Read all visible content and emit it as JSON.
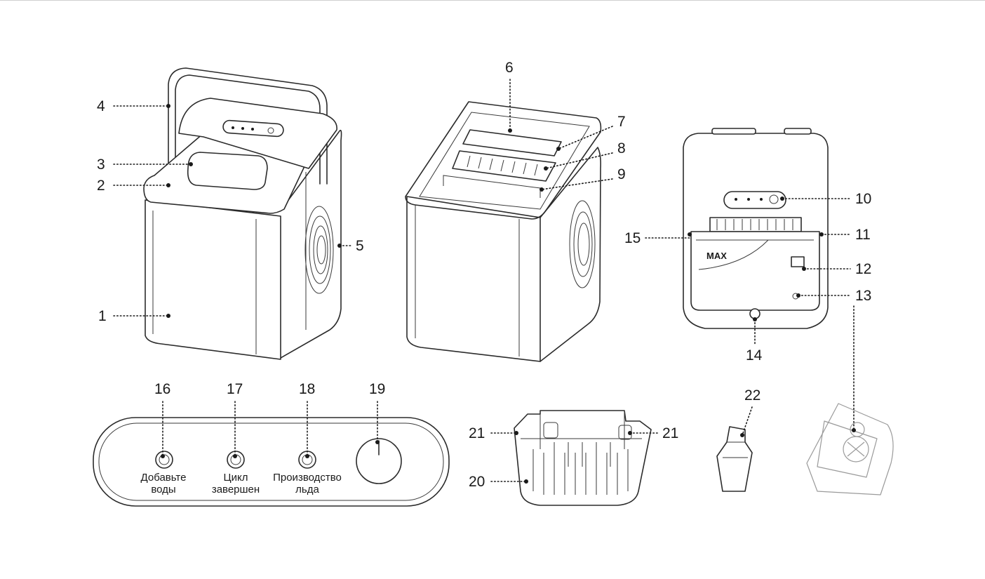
{
  "callouts": [
    "1",
    "2",
    "3",
    "4",
    "5",
    "6",
    "7",
    "8",
    "9",
    "10",
    "11",
    "12",
    "13",
    "14",
    "15",
    "16",
    "17",
    "18",
    "19",
    "20",
    "21",
    "22"
  ],
  "max_label": "MAX",
  "control_panel": {
    "add_water_line1": "Добавьте",
    "add_water_line2": "воды",
    "cycle_done_line1": "Цикл",
    "cycle_done_line2": "завершен",
    "ice_making_line1": "Производство",
    "ice_making_line2": "льда"
  }
}
